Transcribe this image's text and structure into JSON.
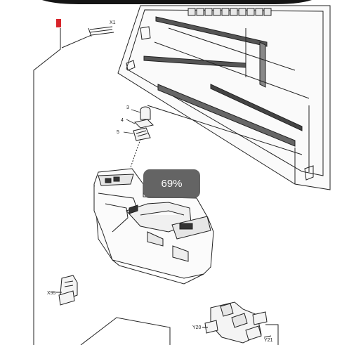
{
  "viewer": {
    "zoom_level": "69%"
  },
  "drawing": {
    "callouts": {
      "x1": "X1",
      "part_3": "3",
      "part_4": "4",
      "part_5": "5",
      "x99": "X99",
      "y20": "Y20",
      "y21": "Y21"
    },
    "highlight_color": "#d8242b",
    "line_color": "#222222"
  }
}
